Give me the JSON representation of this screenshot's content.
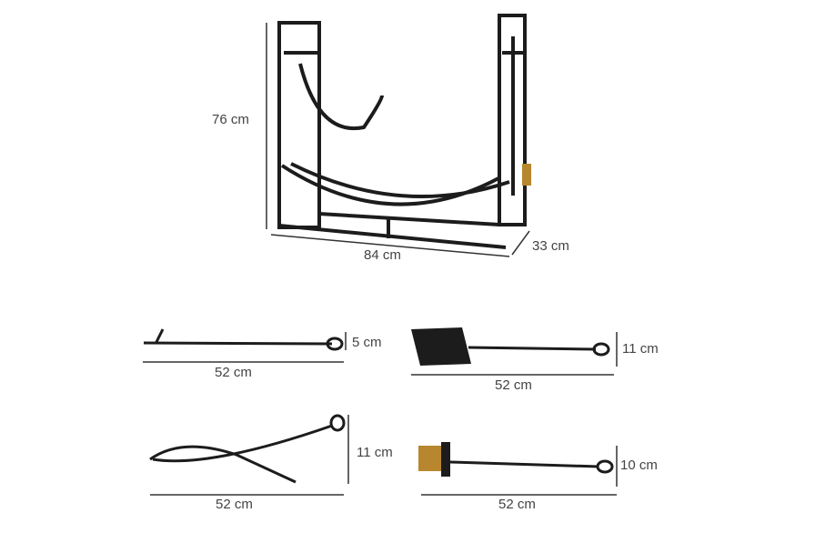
{
  "rack": {
    "height": "76 cm",
    "width": "84 cm",
    "depth": "33 cm"
  },
  "tools": [
    {
      "name": "poker",
      "height": "5 cm",
      "length": "52 cm"
    },
    {
      "name": "shovel",
      "height": "11 cm",
      "length": "52 cm"
    },
    {
      "name": "tongs",
      "height": "11 cm",
      "length": "52 cm"
    },
    {
      "name": "brush",
      "height": "10 cm",
      "length": "52 cm"
    }
  ],
  "colors": {
    "metal": "#1c1c1c",
    "brass": "#b8862e",
    "dim_line": "#333333"
  }
}
